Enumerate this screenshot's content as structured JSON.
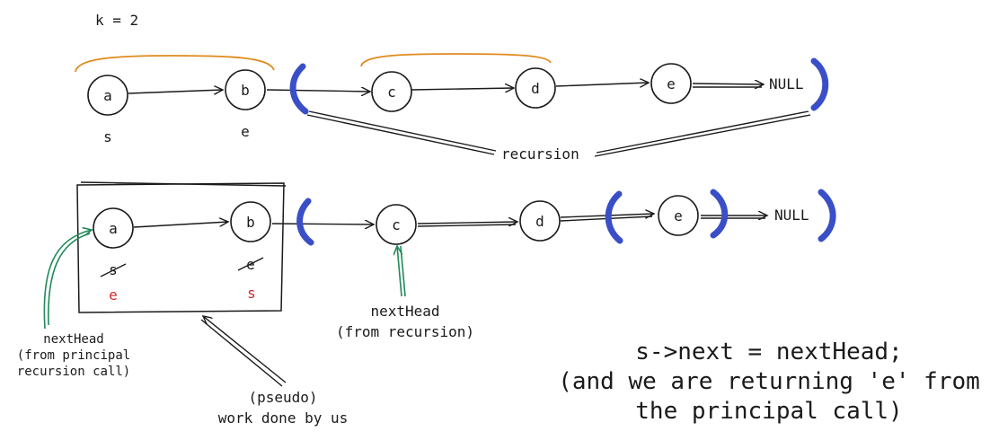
{
  "k_label": "k = 2",
  "top_row": {
    "nodes": [
      "a",
      "b",
      "c",
      "d",
      "e"
    ],
    "null_label": "NULL",
    "labels": {
      "s": "s",
      "e": "e"
    },
    "recursion_label": "recursion"
  },
  "bottom_row": {
    "nodes": [
      "a",
      "b",
      "c",
      "d",
      "e"
    ],
    "null_label": "NULL",
    "old_labels": {
      "a": "s",
      "b": "e"
    },
    "new_labels": {
      "a": "e",
      "b": "s"
    },
    "new_label_color": "#cc2a2a"
  },
  "annotations": {
    "next_head_recursion": [
      "nextHead",
      "(from recursion)"
    ],
    "next_head_principal": [
      "nextHead",
      "(from principal",
      "recursion call)"
    ],
    "pseudo_work": [
      "(pseudo)",
      "work done by us"
    ],
    "conclusion": [
      "s->next = nextHead;",
      "(and we are returning 'e' from",
      "the principal call)"
    ]
  },
  "colors": {
    "paren": "#3a4fc7",
    "brace": "#e08a1e",
    "pointer": "#1f8a5a",
    "ink": "#1a1a1a"
  }
}
